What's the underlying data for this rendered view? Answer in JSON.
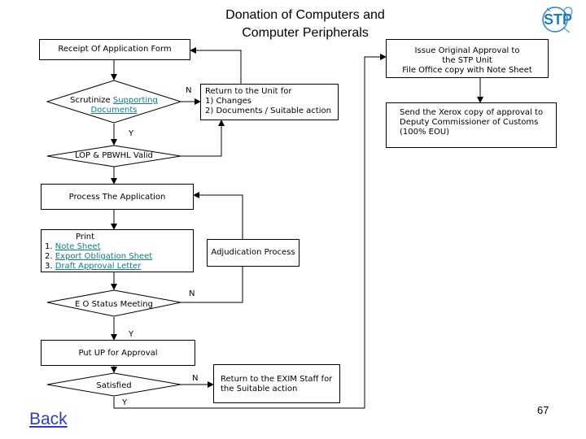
{
  "title_line1": "Donation of Computers and",
  "title_line2": "Computer Peripherals",
  "logo_text": "STP",
  "nodes": {
    "receipt": "Receipt Of Application Form",
    "scrutinize_prefix": "Scrutinize ",
    "scrutinize_link1": "Supporting",
    "scrutinize_link2": "Documents",
    "return_unit_1": "Return to the Unit for",
    "return_unit_2": "1)  Changes",
    "return_unit_3": "2)  Documents / Suitable action",
    "lop": "LOP & PBWHL Valid",
    "process": "Process The Application",
    "print_title": "Print",
    "print_1_num": "1. ",
    "print_1": "Note Sheet",
    "print_2_num": "2. ",
    "print_2": "Export Obligation Sheet",
    "print_3_num": "3. ",
    "print_3": "Draft Approval Letter",
    "adjudication": "Adjudication Process",
    "eo_status": "E O Status Meeting",
    "put_up": "Put UP for Approval",
    "satisfied": "Satisfied",
    "return_exim_1": "Return to the EXIM Staff for",
    "return_exim_2": "the Suitable action",
    "issue_1": "Issue Original Approval to",
    "issue_2": "the STP Unit",
    "issue_3": "File Office copy with Note Sheet",
    "send_1": "Send the Xerox copy of approval to",
    "send_2": "Deputy Commissioner of Customs",
    "send_3": "(100% EOU)"
  },
  "branch_labels": {
    "scrutinize_no": "N",
    "scrutinize_yes": "Y",
    "eo_no": "N",
    "eo_yes": "Y",
    "satisfied_no": "N",
    "satisfied_yes": "Y"
  },
  "back_label": "Back",
  "page_number": "67"
}
